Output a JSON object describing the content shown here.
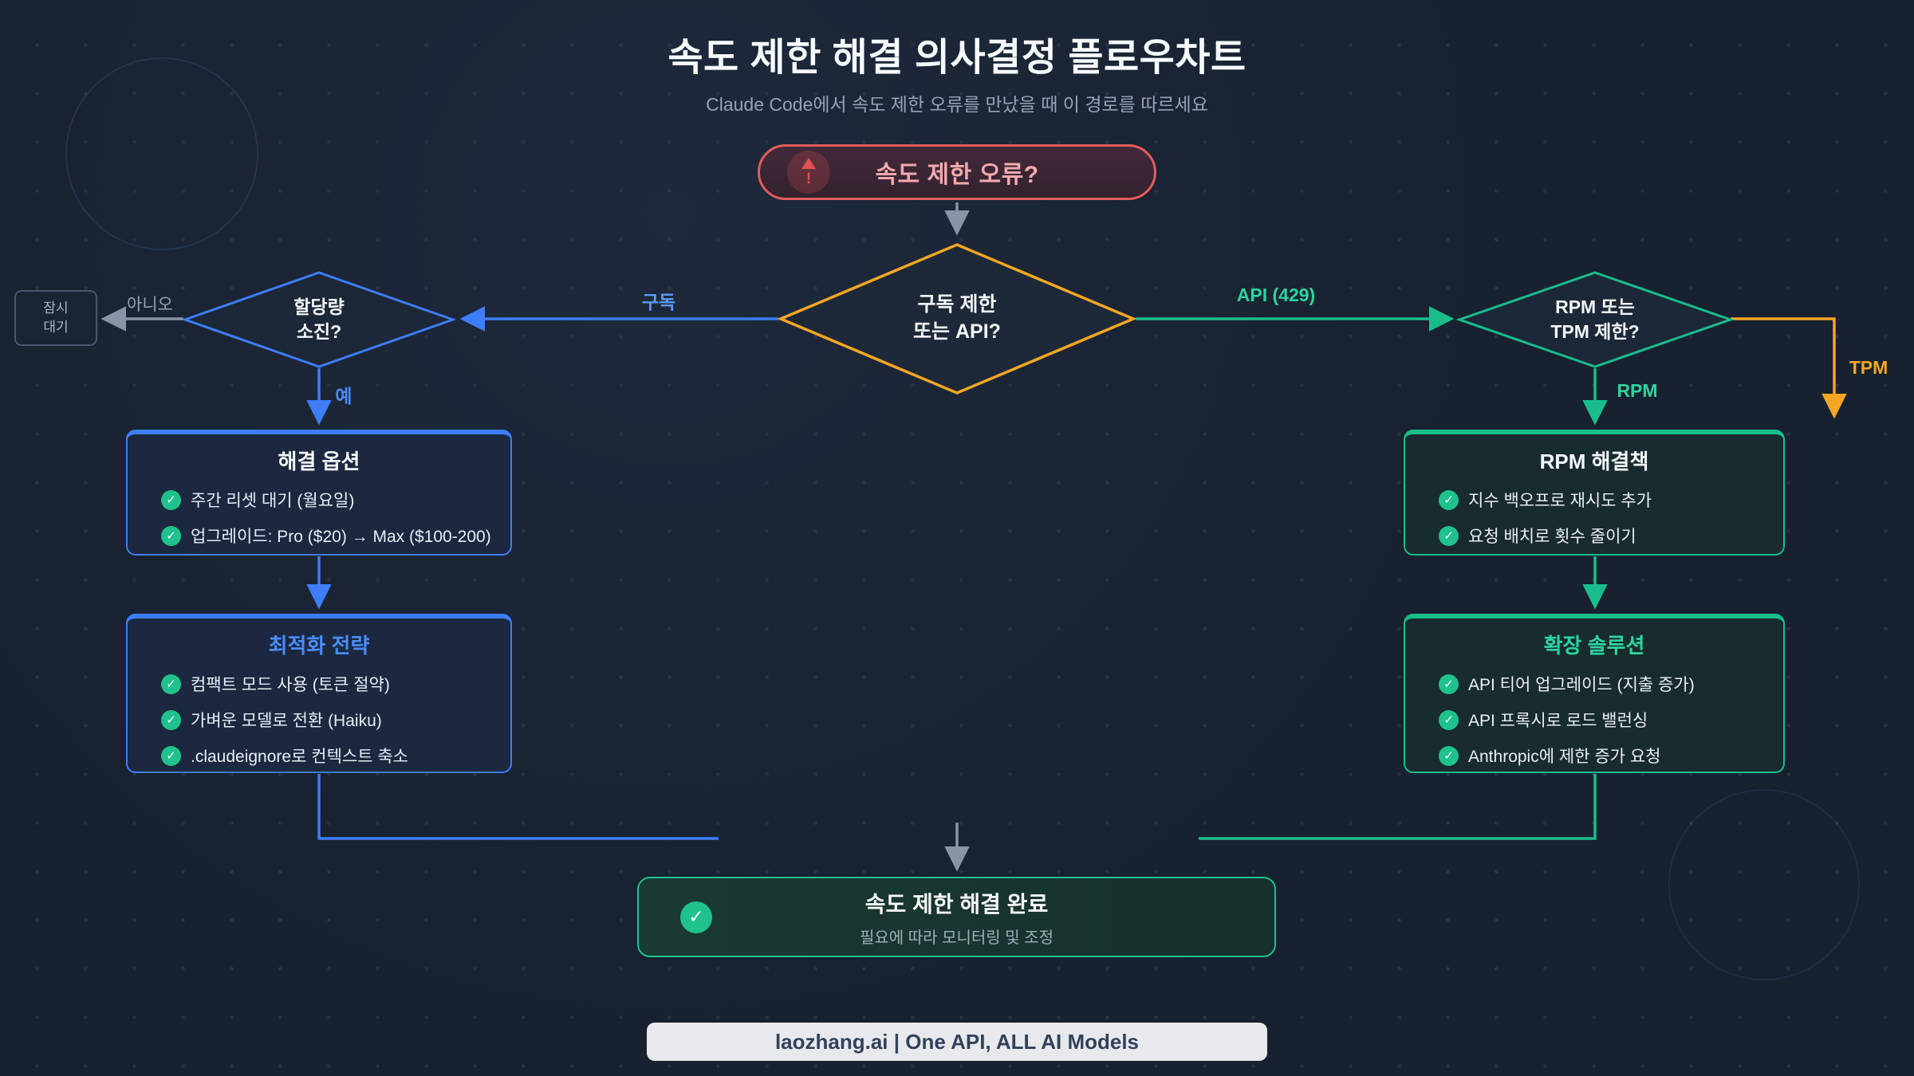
{
  "header": {
    "title": "속도 제한 해결 의사결정 플로우차트",
    "subtitle": "Claude Code에서 속도 제한 오류를 만났을 때 이 경로를 따르세요"
  },
  "start": {
    "label": "속도 제한 오류?"
  },
  "decisions": {
    "main": {
      "line1": "구독 제한",
      "line2": "또는 API?"
    },
    "quota": {
      "line1": "할당량",
      "line2": "소진?"
    },
    "rpm": {
      "line1": "RPM 또는",
      "line2": "TPM 제한?"
    }
  },
  "wait": {
    "line1": "잠시",
    "line2": "대기"
  },
  "boxes": {
    "options": {
      "title": "해결 옵션",
      "items": [
        "주간 리셋 대기 (월요일)",
        "업그레이드: Pro ($20) → Max ($100-200)"
      ]
    },
    "optimize": {
      "title": "최적화 전략",
      "items": [
        "컴팩트 모드 사용 (토큰 절약)",
        "가벼운 모델로 전환 (Haiku)",
        ".claudeignore로 컨텍스트 축소"
      ]
    },
    "rpm": {
      "title": "RPM 해결책",
      "items": [
        "지수 백오프로 재시도 추가",
        "요청 배치로 횟수 줄이기"
      ]
    },
    "scale": {
      "title": "확장 솔루션",
      "items": [
        "API 티어 업그레이드 (지출 증가)",
        "API 프록시로 로드 밸런싱",
        "Anthropic에 제한 증가 요청"
      ]
    }
  },
  "success": {
    "title": "속도 제한 해결 완료",
    "subtitle": "필요에 따라 모니터링 및 조정"
  },
  "edges": {
    "subscription": "구독",
    "api": "API (429)",
    "no": "아니오",
    "yes": "예",
    "rpm": "RPM",
    "tpm": "TPM"
  },
  "footer": {
    "label": "laozhang.ai | One API, ALL AI Models"
  },
  "icons": {
    "check": "✓",
    "exclamation": "!"
  },
  "colors": {
    "background": "#18212f",
    "blue": "#3d7ef8",
    "green": "#19bd8c",
    "orange": "#f5a623",
    "red": "#e25c5c",
    "gray_arrow": "#8a94a7",
    "check_green": "#1fc28c"
  }
}
